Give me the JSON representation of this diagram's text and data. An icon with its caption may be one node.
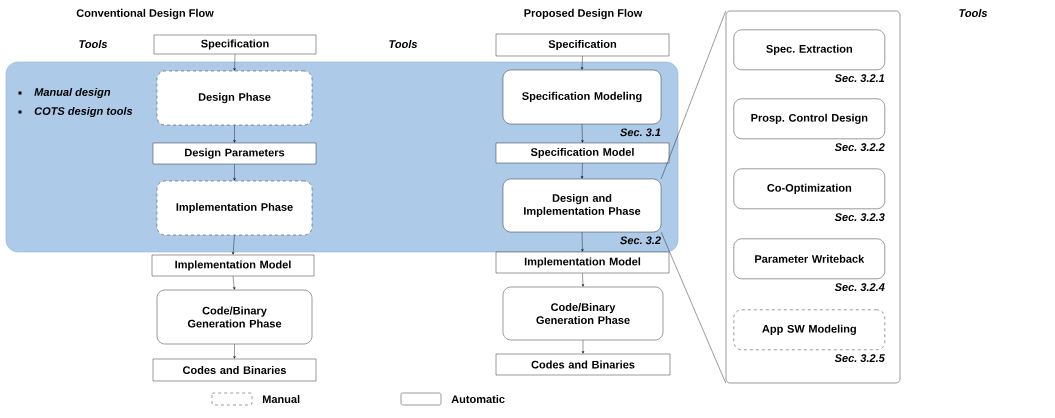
{
  "diagram": {
    "nodes": [
      {
        "text": [
          "Specification"
        ]
      },
      {
        "text": [
          "Design Phase"
        ]
      },
      {
        "text": [
          "Design Parameters"
        ]
      },
      {
        "text": [
          "Implementation Phase"
        ]
      },
      {
        "text": [
          "Implementation Model"
        ]
      },
      {
        "text": [
          "Code/Binary Generation Phase"
        ]
      },
      {
        "text": [
          "Codes and Binaries"
        ]
      },
      {
        "text": [
          "Specification"
        ]
      },
      {
        "text": [
          "Specification Modeling"
        ],
        "beside": [
          "Sec. 3.1"
        ]
      },
      {
        "text": [
          "Specification Model"
        ]
      },
      {
        "text": [
          "Design and Implementation Phase"
        ],
        "beside": [
          "Sec. 3.2"
        ]
      },
      {
        "text": [
          "Implementation Model"
        ]
      },
      {
        "text": [
          "Code/Binary Generation Phase"
        ]
      },
      {
        "text": [
          "Codes and Binaries"
        ]
      },
      {
        "text": [],
        "shape": "box"
      },
      {
        "text": [
          "Spec. Extraction"
        ],
        "beside": [
          "Sec. 3.2.1"
        ],
        "in": 14
      },
      {
        "text": [
          "Prosp. Control Design"
        ],
        "beside": [
          "Sec. 3.2.2"
        ],
        "in": 14
      },
      {
        "text": [
          "Co-Optimization"
        ],
        "beside": [
          "Sec. 3.2.3"
        ],
        "in": 14
      },
      {
        "text": [
          "Parameter Writeback"
        ],
        "beside": [
          "Sec. 3.2.4"
        ],
        "in": 14
      },
      {
        "text": [
          "App SW Modeling"
        ],
        "beside": [
          "Sec. 3.2.5"
        ],
        "in": 14
      }
    ],
    "edges": [
      {
        "from": 0,
        "to": 1,
        "arrow": "to"
      },
      {
        "from": 1,
        "to": 2,
        "arrow": "to"
      },
      {
        "from": 2,
        "to": 3,
        "arrow": "to"
      },
      {
        "from": 3,
        "to": 4,
        "arrow": "to"
      },
      {
        "from": 4,
        "to": 5,
        "arrow": "to"
      },
      {
        "from": 5,
        "to": 6,
        "arrow": "to"
      },
      {
        "from": 7,
        "to": 8,
        "arrow": "to"
      },
      {
        "from": 8,
        "to": 9,
        "arrow": "to"
      },
      {
        "from": 9,
        "to": 10,
        "arrow": "to"
      },
      {
        "from": 10,
        "to": 11,
        "arrow": "to"
      },
      {
        "from": 11,
        "to": 12,
        "arrow": "to"
      },
      {
        "from": 12,
        "to": 13,
        "arrow": "to"
      },
      {
        "from": 10,
        "to": 14,
        "arrow": "none"
      },
      {
        "from": 10,
        "to": 14,
        "arrow": "none"
      }
    ],
    "labels": [
      "Conventional Design Flow",
      "Proposed Design Flow",
      "Tools",
      "Tools",
      "Tools",
      "Manual design",
      "COTS design tools"
    ],
    "legend": [
      {
        "text": "Manual"
      },
      {
        "text": "Automatic"
      }
    ]
  }
}
